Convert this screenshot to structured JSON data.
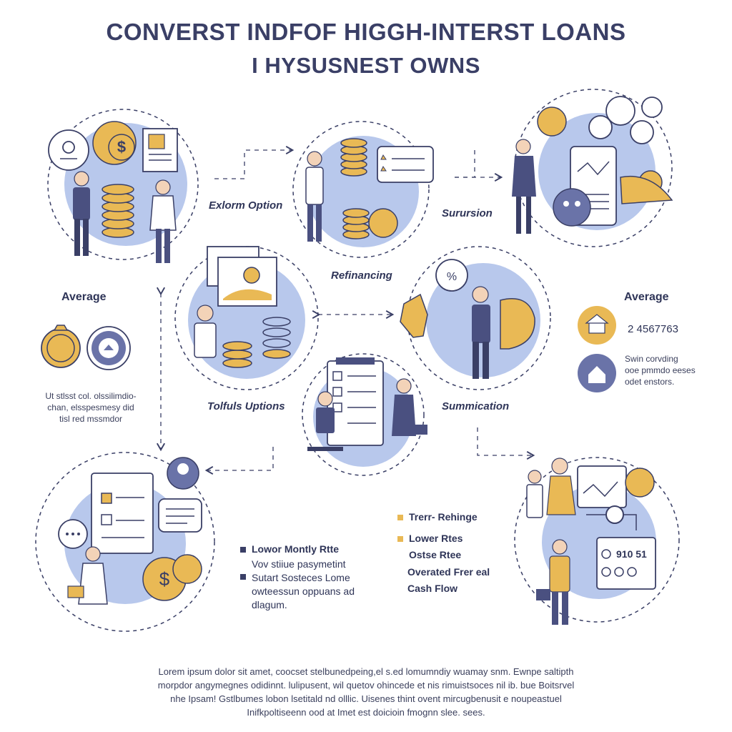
{
  "title": {
    "line1": "CONVERST INDFOF HIGGH-INTERST LOANS",
    "line2": "I HYSUSNEST OWNS"
  },
  "steps": {
    "explore": "Exlorm Option",
    "surursion": "Surursion",
    "refinancing": "Refinancing",
    "tools": "Tolfuls Uptions",
    "summication": "Summication"
  },
  "left_panel": {
    "heading": "Average",
    "text": [
      "Ut stlsst col. olssilimdio-",
      "chan, elsspesmesy did",
      "tisl red mssmdor"
    ]
  },
  "right_panel": {
    "heading": "Average",
    "number": "2 4567763",
    "text": [
      "Swin corvding",
      "ooe pmmdo eeses",
      "odet enstors."
    ]
  },
  "benefits_left": {
    "heading": "Lowor Montly Rtte",
    "items": [
      "Vov stiiue pasymetint",
      "Sutart Sosteces Lome",
      "owteessun oppuans ad",
      "dlagum."
    ]
  },
  "benefits_right": {
    "items": [
      "Trerr- Rehinge",
      "Lower Rtes",
      "Ostse Rtee",
      "Overated Frer eal",
      "Cash Flow"
    ]
  },
  "screen_digits": "910 51",
  "footer": [
    "Lorem ipsum dolor sit amet, coocset stelbunedpeing,el s.ed lomumndiy wuamay snm. Ewnpe saltipth",
    "morpdor angymegnes odidinnt. lulipusent, wil quetov ohincede et nis rimuistsoces nil ib. bue Boitsrvel",
    "nhe Ipsam! Gstlbumes lobon lsetitald nd olllic. Uisenes thint ovent mircugbenusit e noupeastuel",
    "Inifkpoltiseenn ood at Imet est doicioin fmognn slee. sees."
  ],
  "colors": {
    "navy": "#3a3f66",
    "blue_circle": "#b8c8ec",
    "gold": "#e9b955",
    "slate": "#6a73a8"
  }
}
